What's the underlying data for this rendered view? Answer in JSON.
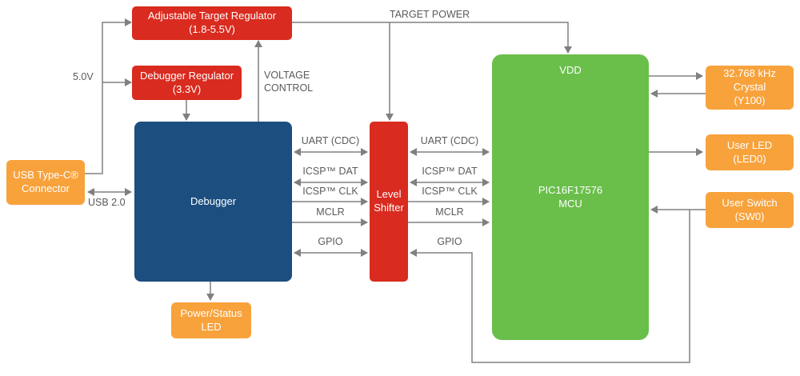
{
  "colors": {
    "red": "#d92b1f",
    "blue": "#1c4e80",
    "green": "#6abf4b",
    "orange": "#f8a23c",
    "line": "#808080",
    "text": "#595a5c"
  },
  "blocks": {
    "adjustable_regulator": {
      "label": "Adjustable Target Regulator\n(1.8-5.5V)"
    },
    "debugger_regulator": {
      "label": "Debugger Regulator\n(3.3V)"
    },
    "usb_connector": {
      "label": "USB Type-C®\nConnector"
    },
    "debugger": {
      "label": "Debugger"
    },
    "level_shifter": {
      "label": "Level\nShifter"
    },
    "mcu": {
      "label": "PIC16F17576\nMCU",
      "power_pin": "VDD"
    },
    "crystal": {
      "label": "32.768 kHz\nCrystal\n(Y100)"
    },
    "user_led": {
      "label": "User LED\n(LED0)"
    },
    "user_switch": {
      "label": "User Switch\n(SW0)"
    },
    "power_status_led": {
      "label": "Power/Status\nLED"
    }
  },
  "wire_labels": {
    "target_power": "TARGET POWER",
    "supply_5v": "5.0V",
    "voltage_control": "VOLTAGE\nCONTROL",
    "usb": "USB 2.0"
  },
  "signals": {
    "debugger_to_levelshifter": [
      "UART (CDC)",
      "ICSP™ DAT",
      "ICSP™ CLK",
      "MCLR",
      "GPIO"
    ],
    "levelshifter_to_mcu": [
      "UART (CDC)",
      "ICSP™ DAT",
      "ICSP™ CLK",
      "MCLR",
      "GPIO"
    ]
  }
}
